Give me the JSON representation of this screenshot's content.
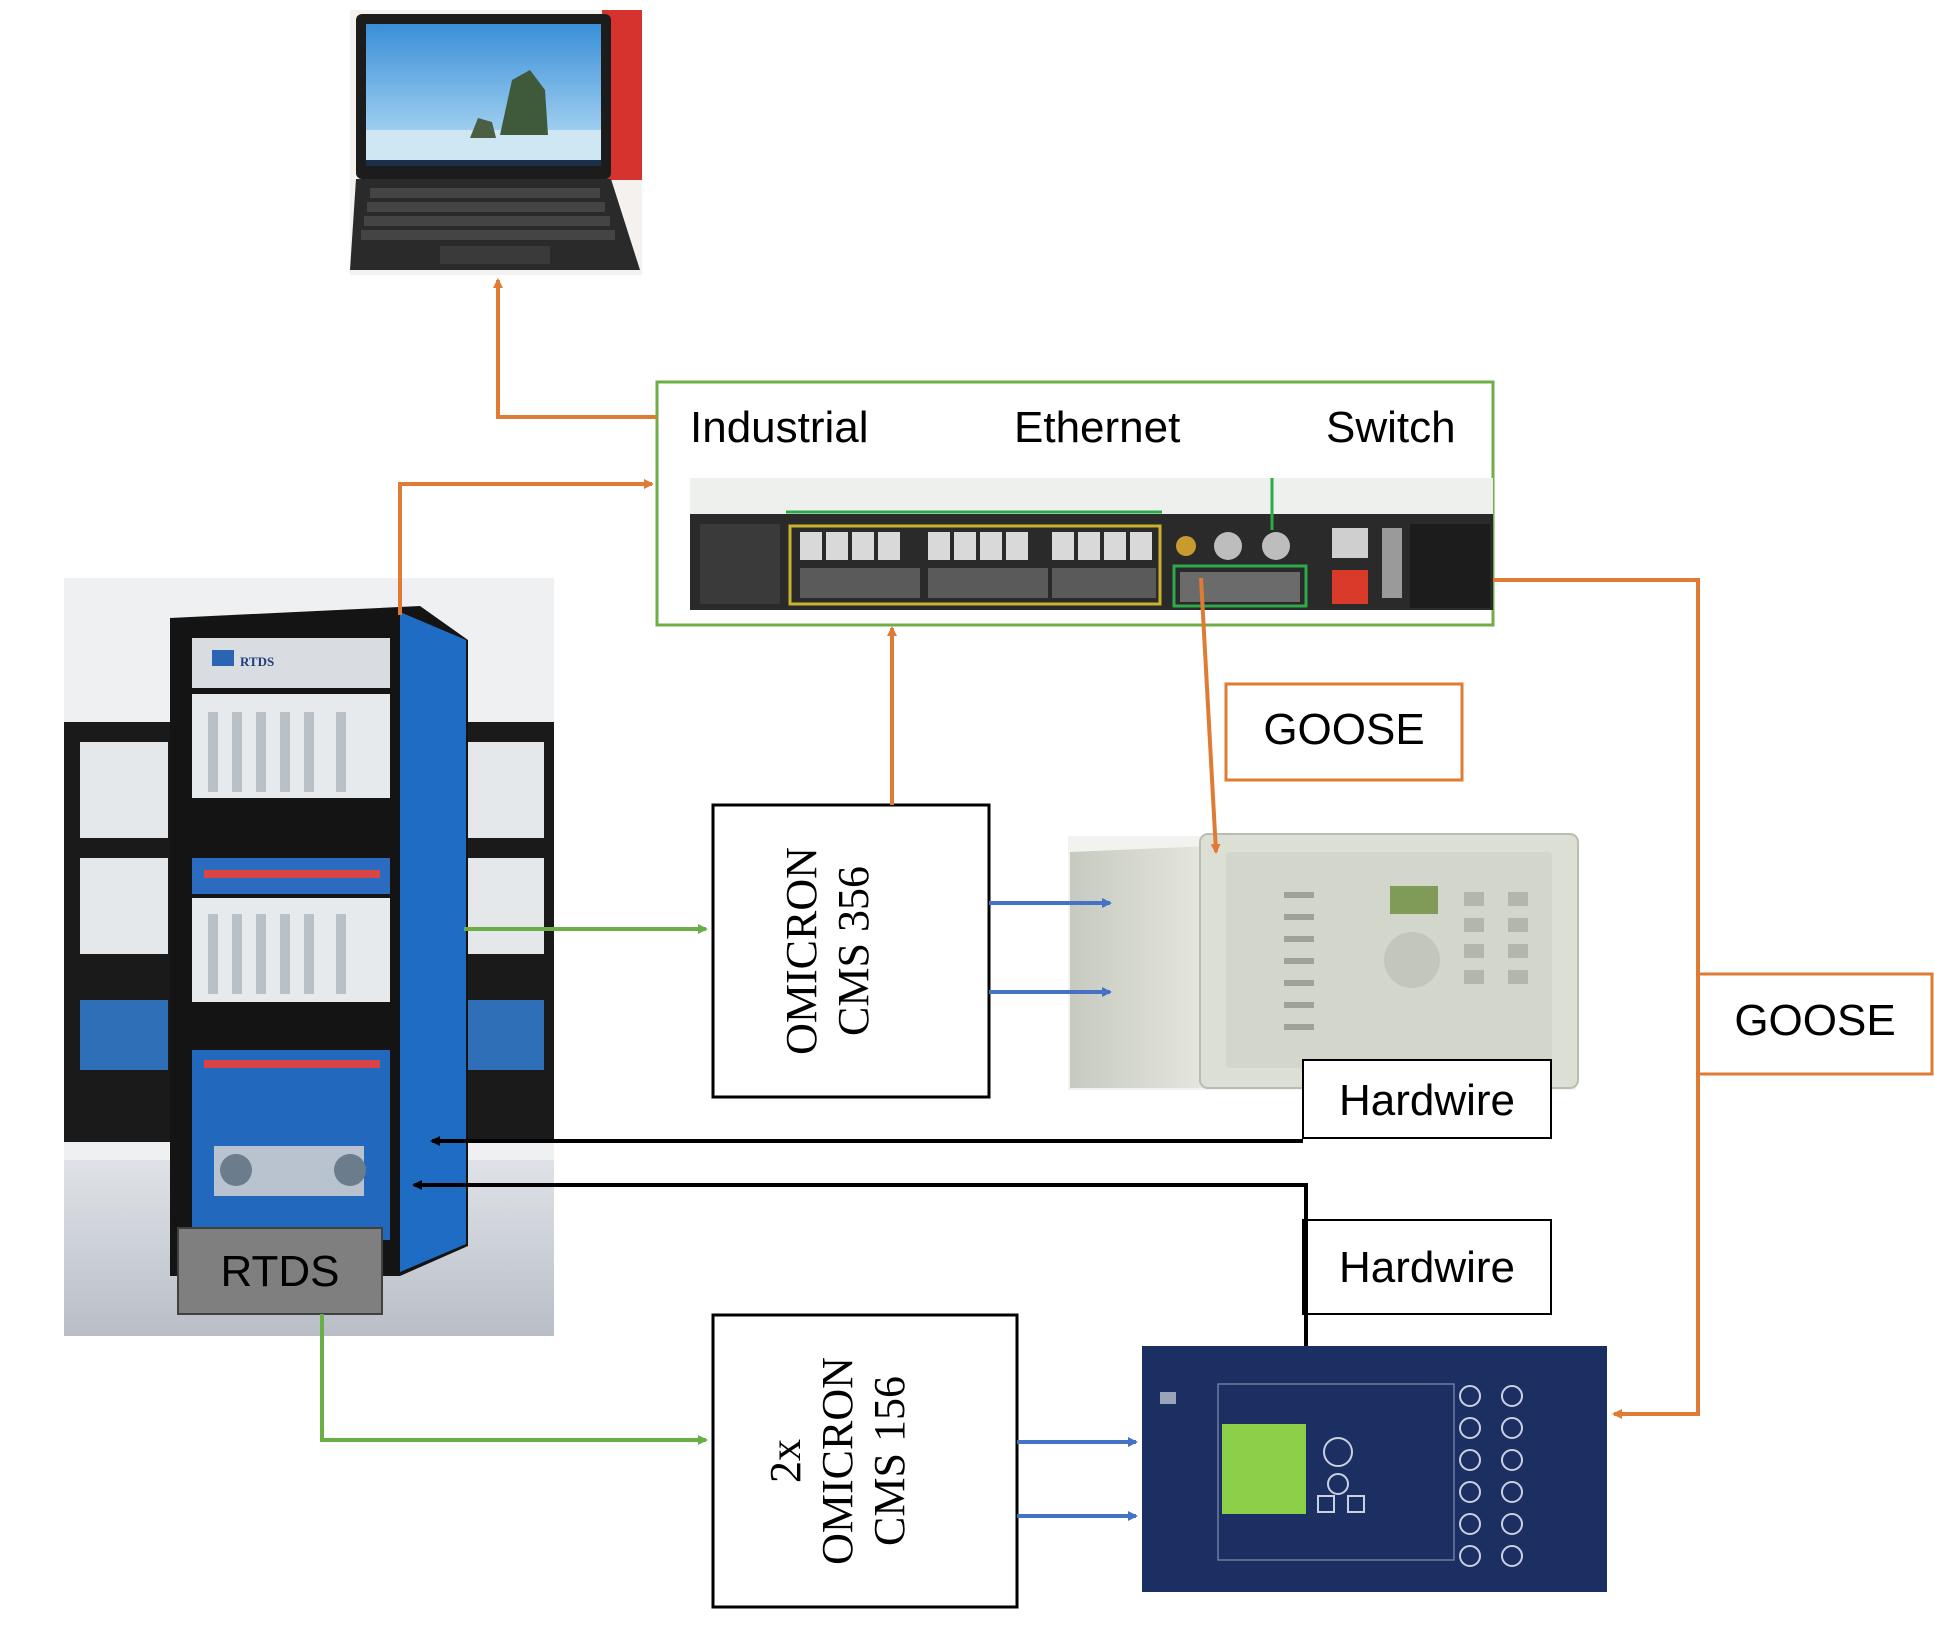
{
  "switch": {
    "words": [
      "Industrial",
      "Ethernet",
      "Switch"
    ]
  },
  "rtds": {
    "label": "RTDS",
    "panel_title": "RTDS"
  },
  "cms356": {
    "line1": "OMICRON",
    "line2": "CMS 356"
  },
  "cms156": {
    "line1": "2x",
    "line2": "OMICRON",
    "line3": "CMS 156"
  },
  "labels": {
    "goose_top": "GOOSE",
    "goose_right": "GOOSE",
    "hardwire_1": "Hardwire",
    "hardwire_2": "Hardwire"
  },
  "colors": {
    "goose_orange": "#E07B35",
    "analog_green": "#6AAE45",
    "current_blue": "#4472C4",
    "hardwire_black": "#000000",
    "switch_border": "#70AD47",
    "rtds_blue": "#1F5FA8",
    "sel_relay_navy": "#1C2F63"
  },
  "icons": [
    "laptop-icon",
    "rtds-rack-icon",
    "ethernet-switch-icon",
    "protection-relay-icon",
    "sel-relay-icon"
  ]
}
